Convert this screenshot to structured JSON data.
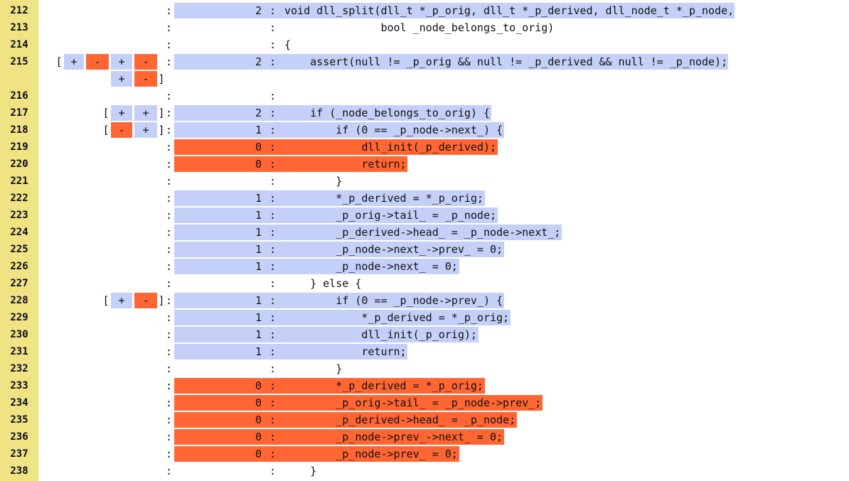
{
  "line_numbers": [
    "212",
    "213",
    "214",
    "215",
    "216",
    "217",
    "218",
    "219",
    "220",
    "221",
    "222",
    "223",
    "224",
    "225",
    "226",
    "227",
    "228",
    "229",
    "230",
    "231",
    "232",
    "233",
    "234",
    "235",
    "236",
    "237",
    "238"
  ],
  "separator": ":",
  "counts": [
    "2",
    "",
    "",
    "2",
    "",
    "2",
    "1",
    "0",
    "0",
    "",
    "1",
    "1",
    "1",
    "1",
    "1",
    "",
    "1",
    "1",
    "1",
    "1",
    "",
    "0",
    "0",
    "0",
    "0",
    "0",
    ""
  ],
  "coverage": [
    "hit",
    "none",
    "none",
    "hit",
    "none",
    "hit",
    "hit",
    "miss",
    "miss",
    "none",
    "hit",
    "hit",
    "hit",
    "hit",
    "hit",
    "none",
    "hit",
    "hit",
    "hit",
    "hit",
    "none",
    "miss",
    "miss",
    "miss",
    "miss",
    "miss",
    "none"
  ],
  "code": [
    "void dll_split(dll_t *_p_orig, dll_t *_p_derived, dll_node_t *_p_node,",
    "               bool _node_belongs_to_orig)",
    "{",
    "    assert(null != _p_orig && null != _p_derived && null != _p_node);",
    "",
    "    if (_node_belongs_to_orig) {",
    "        if (0 == _p_node->next_) {",
    "            dll_init(_p_derived);",
    "            return;",
    "        }",
    "        *_p_derived = *_p_orig;",
    "        _p_orig->tail_ = _p_node;",
    "        _p_derived->head_ = _p_node->next_;",
    "        _p_node->next_->prev_ = 0;",
    "        _p_node->next_ = 0;",
    "    } else {",
    "        if (0 == _p_node->prev_) {",
    "            *_p_derived = *_p_orig;",
    "            dll_init(_p_orig);",
    "            return;",
    "        }",
    "        *_p_derived = *_p_orig;",
    "        _p_orig->tail_ = _p_node->prev_;",
    "        _p_derived->head_ = _p_node;",
    "        _p_node->prev_->next_ = 0;",
    "        _p_node->prev_ = 0;",
    "    }"
  ],
  "branch_marks": {
    "open": "[",
    "close": "]",
    "taken": "+",
    "not_taken": "-",
    "line_215": [
      "+",
      "-",
      "+",
      "-",
      "+",
      "-"
    ],
    "line_217": [
      "+",
      "+"
    ],
    "line_218": [
      "-",
      "+"
    ],
    "line_228": [
      "+",
      "-"
    ]
  },
  "colors": {
    "gutter": "#efe383",
    "hit": "#c5d0f9",
    "miss": "#ff6633"
  }
}
